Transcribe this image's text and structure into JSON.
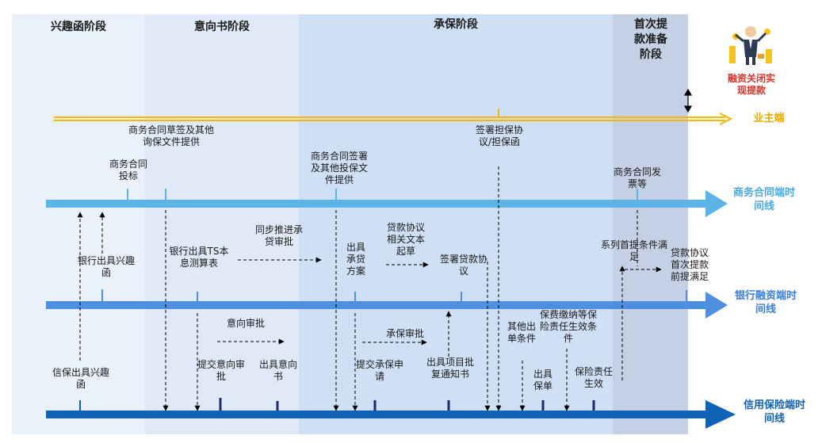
{
  "stages": {
    "s1": "兴趣函阶段",
    "s2": "意向书阶段",
    "s3": "承保阶段",
    "s4": "首次提款准备阶段"
  },
  "legend": {
    "text": "融资关闭实现提款",
    "icon": "businessman-money-icon"
  },
  "lanes": {
    "owner": "业主端",
    "contract": "商务合同端时间线",
    "bank": "银行融资端时间线",
    "insurance": "信用保险端时间线"
  },
  "contract_events": {
    "bid": "商务合同投标",
    "sign_draft": "商务合同草签及其他询保文件提供",
    "sign_formal": "商务合同签署及其他投保文件提供",
    "guarantee": "签署担保协议/担保函",
    "invoice": "商务合同发票等"
  },
  "bank_events": {
    "interest_letter": "银行出具兴趣函",
    "ts": "银行出具TS本息测算表",
    "sync": "同步推进承贷审批",
    "loan_plan": "出具承贷方案",
    "loan_draft": "贷款协议相关文本起草",
    "loan_sign": "签署贷款协议",
    "first_conditions": "系列首提条件满足",
    "loan_met": "贷款协议首次提款前提满足"
  },
  "insurance_events": {
    "interest_letter": "信保出具兴趣函",
    "intent_review": "意向审批",
    "submit_intent": "提交意向审批",
    "intent_letter": "出具意向书",
    "submit_uw": "提交承保申请",
    "uw_review": "承保审批",
    "approval_notice": "出具项目批复通知书",
    "other_conditions": "其他出单条件",
    "premium_conditions": "保费缴纳等保险责任生效条件",
    "issue_policy": "出具保单",
    "effective": "保险责任生效"
  },
  "colors": {
    "owner_line": "#f5b800",
    "contract_line": "#5bb3e6",
    "bank_line": "#4f8fe0",
    "insurance_line": "#0f62b5",
    "band1": "#eaf1fb",
    "band2": "#dce7f7",
    "band3": "#cedff7",
    "band4": "#c3cfe3",
    "legend_text": "#d9342b"
  }
}
